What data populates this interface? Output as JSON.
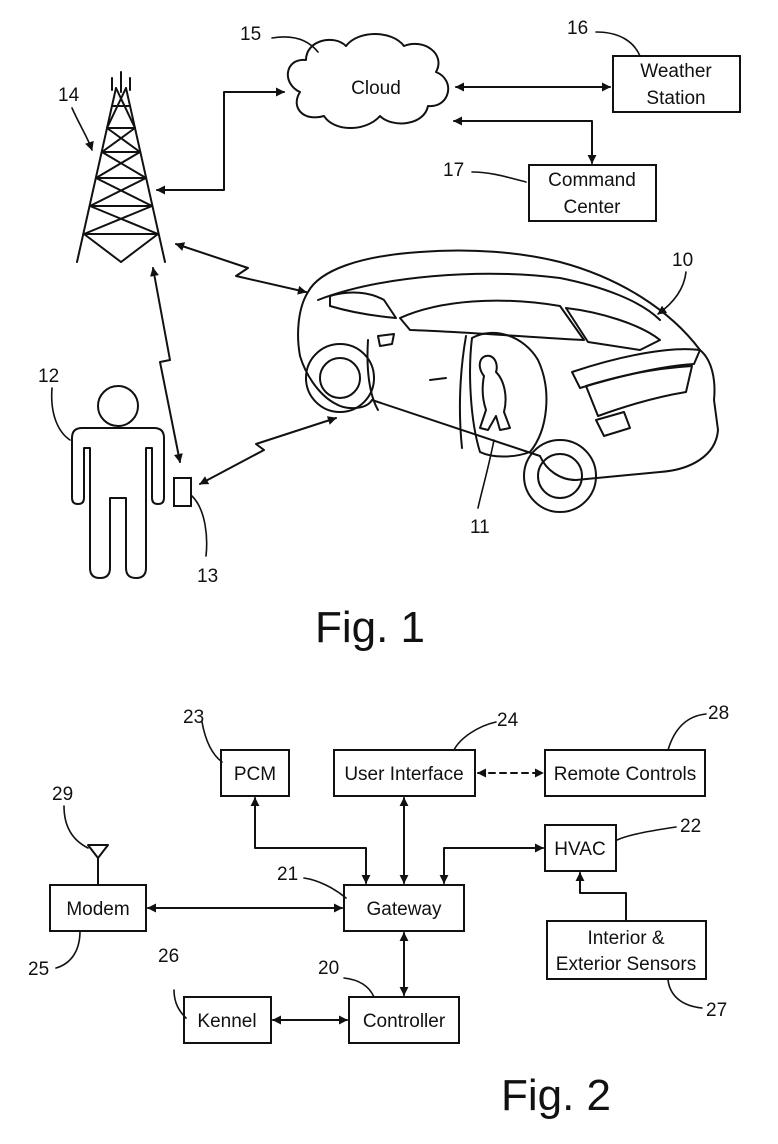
{
  "fig1": {
    "title": "Fig. 1",
    "cloud": "Cloud",
    "weather_station": [
      "Weather",
      "Station"
    ],
    "command_center": [
      "Command",
      "Center"
    ],
    "refs": {
      "vehicle": "10",
      "pet": "11",
      "user": "12",
      "mobile_device": "13",
      "tower": "14",
      "cloud": "15",
      "weather_station": "16",
      "command_center": "17"
    }
  },
  "fig2": {
    "title": "Fig. 2",
    "blocks": {
      "pcm": "PCM",
      "user_interface": "User Interface",
      "remote_controls": "Remote Controls",
      "hvac": "HVAC",
      "modem": "Modem",
      "gateway": "Gateway",
      "sensors": [
        "Interior &",
        "Exterior Sensors"
      ],
      "kennel": "Kennel",
      "controller": "Controller"
    },
    "refs": {
      "controller": "20",
      "gateway": "21",
      "hvac": "22",
      "pcm": "23",
      "user_interface": "24",
      "modem": "25",
      "kennel": "26",
      "sensors": "27",
      "remote_controls": "28",
      "antenna": "29"
    }
  }
}
